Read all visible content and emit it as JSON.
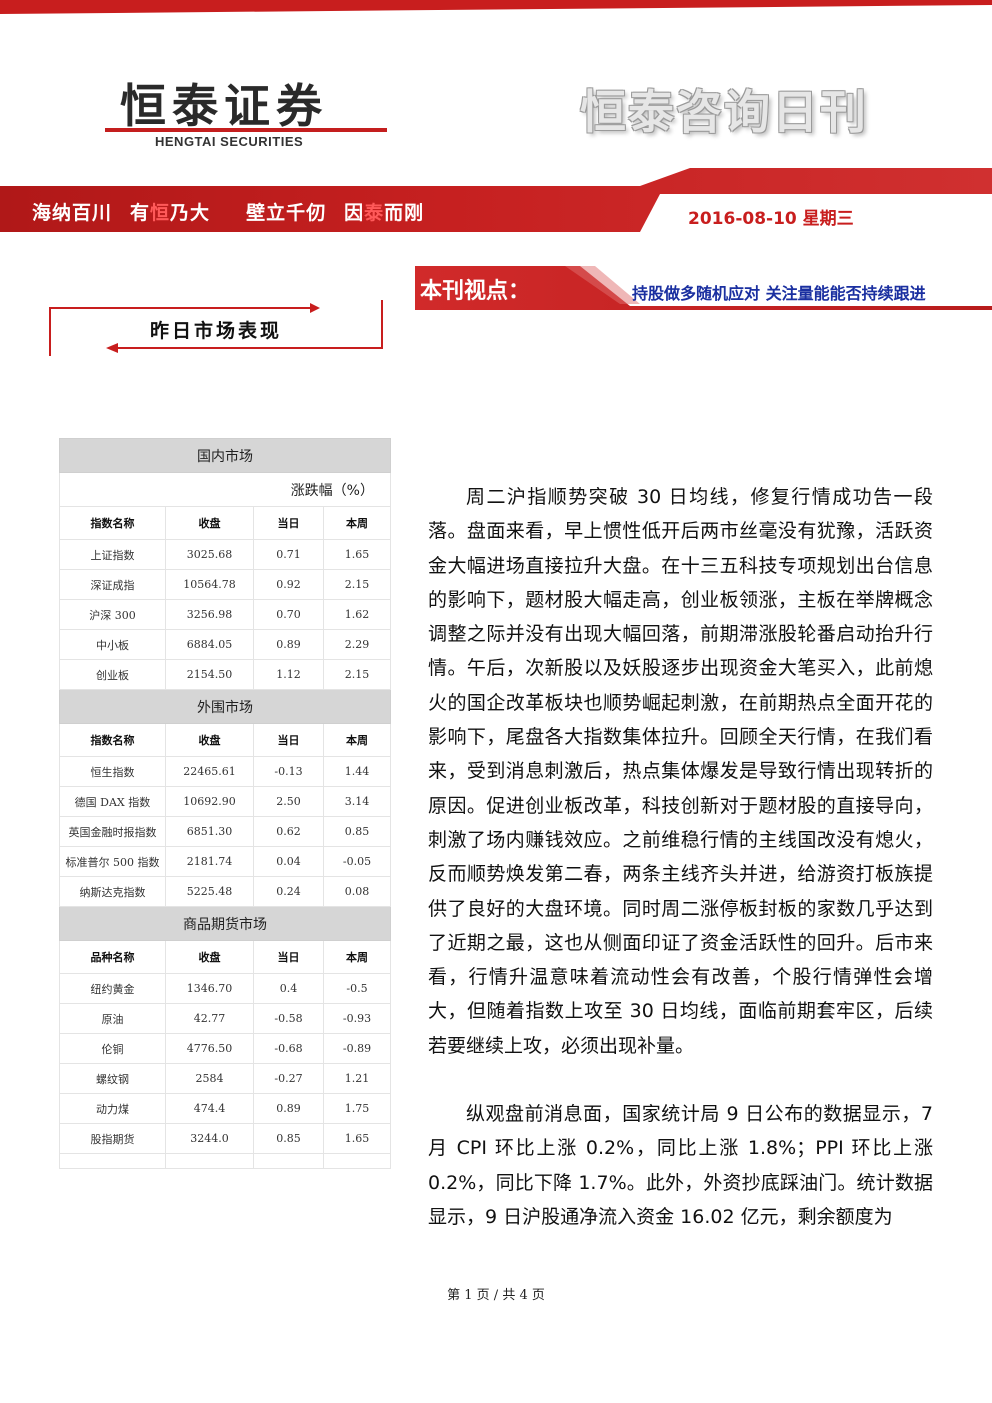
{
  "header": {
    "logo_text": "恒泰证券",
    "logo_subtitle": "HENGTAI SECURITIES",
    "publication_title": "恒泰咨询日刊",
    "slogan_parts": [
      "海纳百川",
      "有",
      "恒",
      "乃大",
      "壁立千仞",
      "因",
      "泰",
      "而刚"
    ],
    "date": "2016-08-10  星期三",
    "colors": {
      "brand_red": "#c81e1e",
      "banner_red": "#b71c1c",
      "link_blue": "#1a2fa0"
    }
  },
  "viewpoint": {
    "label": "本刊视点：",
    "text": "持股做多随机应对  关注量能能否持续跟进"
  },
  "section_title": "昨日市场表现",
  "table": {
    "domestic": {
      "title": "国内市场",
      "unit": "涨跌幅（%）",
      "headers": [
        "指数名称",
        "收盘",
        "当日",
        "本周"
      ],
      "rows": [
        [
          "上证指数",
          "3025.68",
          "0.71",
          "1.65"
        ],
        [
          "深证成指",
          "10564.78",
          "0.92",
          "2.15"
        ],
        [
          "沪深 300",
          "3256.98",
          "0.70",
          "1.62"
        ],
        [
          "中小板",
          "6884.05",
          "0.89",
          "2.29"
        ],
        [
          "创业板",
          "2154.50",
          "1.12",
          "2.15"
        ]
      ]
    },
    "foreign": {
      "title": "外围市场",
      "headers": [
        "指数名称",
        "收盘",
        "当日",
        "本周"
      ],
      "rows": [
        [
          "恒生指数",
          "22465.61",
          "-0.13",
          "1.44"
        ],
        [
          "德国 DAX 指数",
          "10692.90",
          "2.50",
          "3.14"
        ],
        [
          "英国金融时报指数",
          "6851.30",
          "0.62",
          "0.85"
        ],
        [
          "标准普尔 500 指数",
          "2181.74",
          "0.04",
          "-0.05"
        ],
        [
          "纳斯达克指数",
          "5225.48",
          "0.24",
          "0.08"
        ]
      ]
    },
    "futures": {
      "title": "商品期货市场",
      "headers": [
        "品种名称",
        "收盘",
        "当日",
        "本周"
      ],
      "rows": [
        [
          "纽约黄金",
          "1346.70",
          "0.4",
          "-0.5"
        ],
        [
          "原油",
          "42.77",
          "-0.58",
          "-0.93"
        ],
        [
          "伦铜",
          "4776.50",
          "-0.68",
          "-0.89"
        ],
        [
          "螺纹钢",
          "2584",
          "-0.27",
          "1.21"
        ],
        [
          "动力煤",
          "474.4",
          "0.89",
          "1.75"
        ],
        [
          "股指期货",
          "3244.0",
          "0.85",
          "1.65"
        ]
      ]
    }
  },
  "article": {
    "paragraphs": [
      "周二沪指顺势突破 30 日均线，修复行情成功告一段落。盘面来看，早上惯性低开后两市丝毫没有犹豫，活跃资金大幅进场直接拉升大盘。在十三五科技专项规划出台信息的影响下，题材股大幅走高，创业板领涨，主板在举牌概念调整之际并没有出现大幅回落，前期滞涨股轮番启动抬升行情。午后，次新股以及妖股逐步出现资金大笔买入，此前熄火的国企改革板块也顺势崛起刺激，在前期热点全面开花的影响下，尾盘各大指数集体拉升。回顾全天行情，在我们看来，受到消息刺激后，热点集体爆发是导致行情出现转折的原因。促进创业板改革，科技创新对于题材股的直接导向，刺激了场内赚钱效应。之前维稳行情的主线国改没有熄火，反而顺势焕发第二春，两条主线齐头并进，给游资打板族提供了良好的大盘环境。同时周二涨停板封板的家数几乎达到了近期之最，这也从侧面印证了资金活跃性的回升。后市来看，行情升温意味着流动性会有改善，个股行情弹性会增大，但随着指数上攻至 30 日均线，面临前期套牢区，后续若要继续上攻，必须出现补量。",
      "纵观盘前消息面，国家统计局 9 日公布的数据显示，7 月 CPI 环比上涨 0.2%，同比上涨 1.8%；PPI 环比上涨 0.2%，同比下降 1.7%。此外，外资抄底踩油门。统计数据显示，9 日沪股通净流入资金 16.02 亿元，剩余额度为"
    ]
  },
  "footer": {
    "page_label": "第 1 页 / 共 4 页"
  }
}
